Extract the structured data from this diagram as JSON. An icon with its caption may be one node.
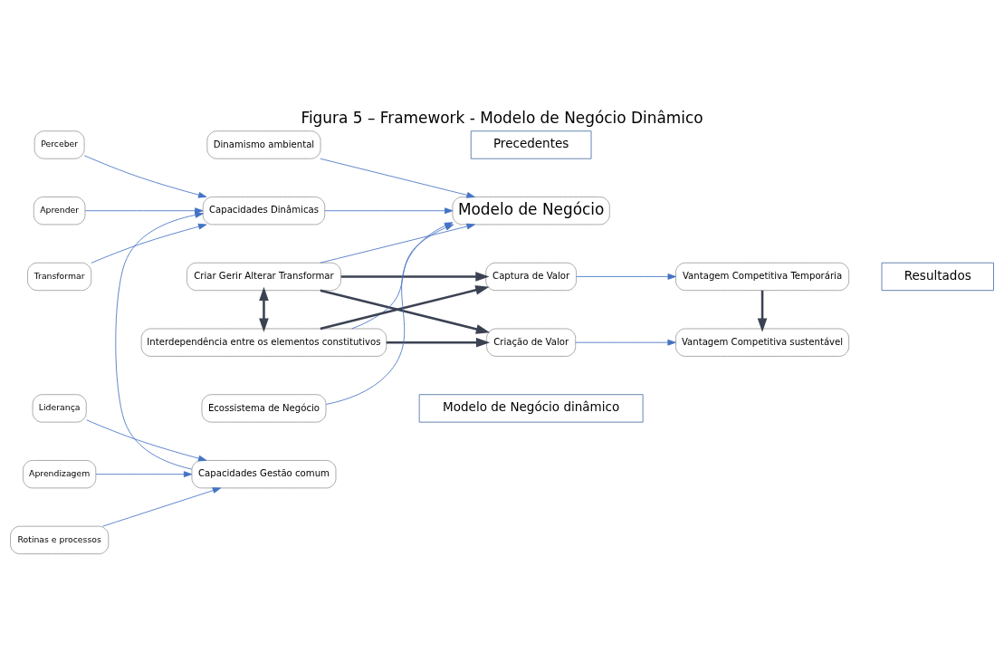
{
  "diagram": {
    "title": "Figura 5 – Framework - Modelo de Negócio Dinâmico",
    "nodes": [
      {
        "text": [
          "Perceber"
        ]
      },
      {
        "text": [
          "Aprender"
        ]
      },
      {
        "text": [
          "Transformar"
        ]
      },
      {
        "text": [
          "Capacidades Dinâmicas"
        ]
      },
      {
        "text": [
          "Capacidades Gestão comum"
        ]
      },
      {
        "text": [
          "Liderança"
        ]
      },
      {
        "text": [
          "Aprendizagem"
        ]
      },
      {
        "text": [
          "Rotinas e processos"
        ]
      },
      {
        "text": [
          "Dinamismo ambiental"
        ]
      },
      {
        "text": [
          "Modelo de Negócio"
        ]
      },
      {
        "text": [
          "Criar Gerir Alterar Transformar"
        ]
      },
      {
        "text": [
          "Interdependência entre os elementos constitutivos"
        ]
      },
      {
        "text": [
          "Ecossistema de Negócio"
        ]
      },
      {
        "text": [
          "Criação de Valor"
        ]
      },
      {
        "text": [
          "Captura de Valor"
        ]
      },
      {
        "text": [
          "Vantagem Competitiva sustentável"
        ]
      },
      {
        "text": [
          "Vantagem Competitiva Temporária"
        ]
      },
      {
        "text": [
          "Precedentes"
        ]
      },
      {
        "text": [
          "Modelo de Negócio dinâmico"
        ]
      },
      {
        "text": [
          "Resultados"
        ]
      }
    ],
    "edges": [
      {
        "from": 0,
        "to": 3,
        "arrow": "to"
      },
      {
        "from": 1,
        "to": 3,
        "arrow": "to"
      },
      {
        "from": 2,
        "to": 3,
        "arrow": "to"
      },
      {
        "from": 5,
        "to": 4,
        "arrow": "to"
      },
      {
        "from": 6,
        "to": 4,
        "arrow": "to"
      },
      {
        "from": 7,
        "to": 4,
        "arrow": "to"
      },
      {
        "from": 4,
        "to": 3,
        "arrow": "to"
      },
      {
        "from": 3,
        "to": 9,
        "arrow": "to"
      },
      {
        "from": 8,
        "to": 9,
        "arrow": "to"
      },
      {
        "from": 10,
        "to": 9,
        "arrow": "to"
      },
      {
        "from": 11,
        "to": 9,
        "arrow": "to"
      },
      {
        "from": 12,
        "to": 9,
        "arrow": "to"
      },
      {
        "from": 10,
        "to": 11,
        "arrow": "both",
        "style": "thick",
        "color": "#3b4252"
      },
      {
        "from": 10,
        "to": 13,
        "arrow": "to",
        "style": "thick",
        "color": "#3b4252"
      },
      {
        "from": 10,
        "to": 14,
        "arrow": "to",
        "style": "thick",
        "color": "#3b4252"
      },
      {
        "from": 11,
        "to": 13,
        "arrow": "to",
        "style": "thick",
        "color": "#3b4252"
      },
      {
        "from": 11,
        "to": 14,
        "arrow": "to",
        "style": "thick",
        "color": "#3b4252"
      },
      {
        "from": 13,
        "to": 15,
        "arrow": "to"
      },
      {
        "from": 14,
        "to": 16,
        "arrow": "to"
      },
      {
        "from": 16,
        "to": 15,
        "arrow": "to",
        "style": "thick",
        "color": "#3b4252"
      }
    ]
  }
}
